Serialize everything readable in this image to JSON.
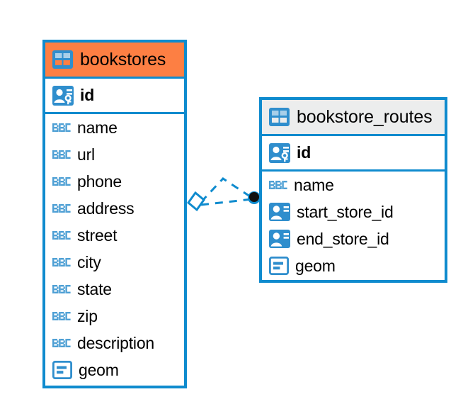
{
  "diagram": {
    "type": "entity-relationship-diagram",
    "background": "#ffffff",
    "accent_color": "#0f8bce",
    "highlight_color": "#fd7f43",
    "neutral_header_color": "#eceded",
    "icon_blue": "#2f8ecd",
    "text_icon_blue": "#4d9fd4"
  },
  "entities": [
    {
      "name": "bookstores",
      "title": "bookstores",
      "header_icon": "table-icon",
      "header_style": "accent",
      "keys": [
        {
          "label": "id",
          "icon": "primary-key-icon",
          "bold": true
        }
      ],
      "fields": [
        {
          "label": "name",
          "icon": "abc-text-icon"
        },
        {
          "label": "url",
          "icon": "abc-text-icon"
        },
        {
          "label": "phone",
          "icon": "abc-text-icon"
        },
        {
          "label": "address",
          "icon": "abc-text-icon"
        },
        {
          "label": "street",
          "icon": "abc-text-icon"
        },
        {
          "label": "city",
          "icon": "abc-text-icon"
        },
        {
          "label": "state",
          "icon": "abc-text-icon"
        },
        {
          "label": "zip",
          "icon": "abc-text-icon"
        },
        {
          "label": "description",
          "icon": "abc-text-icon"
        },
        {
          "label": "geom",
          "icon": "geometry-icon"
        }
      ]
    },
    {
      "name": "bookstore_routes",
      "title": "bookstore_routes",
      "header_icon": "table-icon",
      "header_style": "neutral",
      "keys": [
        {
          "label": "id",
          "icon": "primary-key-icon",
          "bold": true
        }
      ],
      "fields": [
        {
          "label": "name",
          "icon": "abc-text-icon"
        },
        {
          "label": "start_store_id",
          "icon": "foreign-key-icon"
        },
        {
          "label": "end_store_id",
          "icon": "foreign-key-icon"
        },
        {
          "label": "geom",
          "icon": "geometry-icon"
        }
      ]
    }
  ],
  "relationship": {
    "from": "bookstores",
    "to": "bookstore_routes",
    "line_style": "dashed",
    "source_marker": "diamond-outline",
    "target_marker": "filled-circle",
    "color": "#0f8bce",
    "branches": 2
  }
}
